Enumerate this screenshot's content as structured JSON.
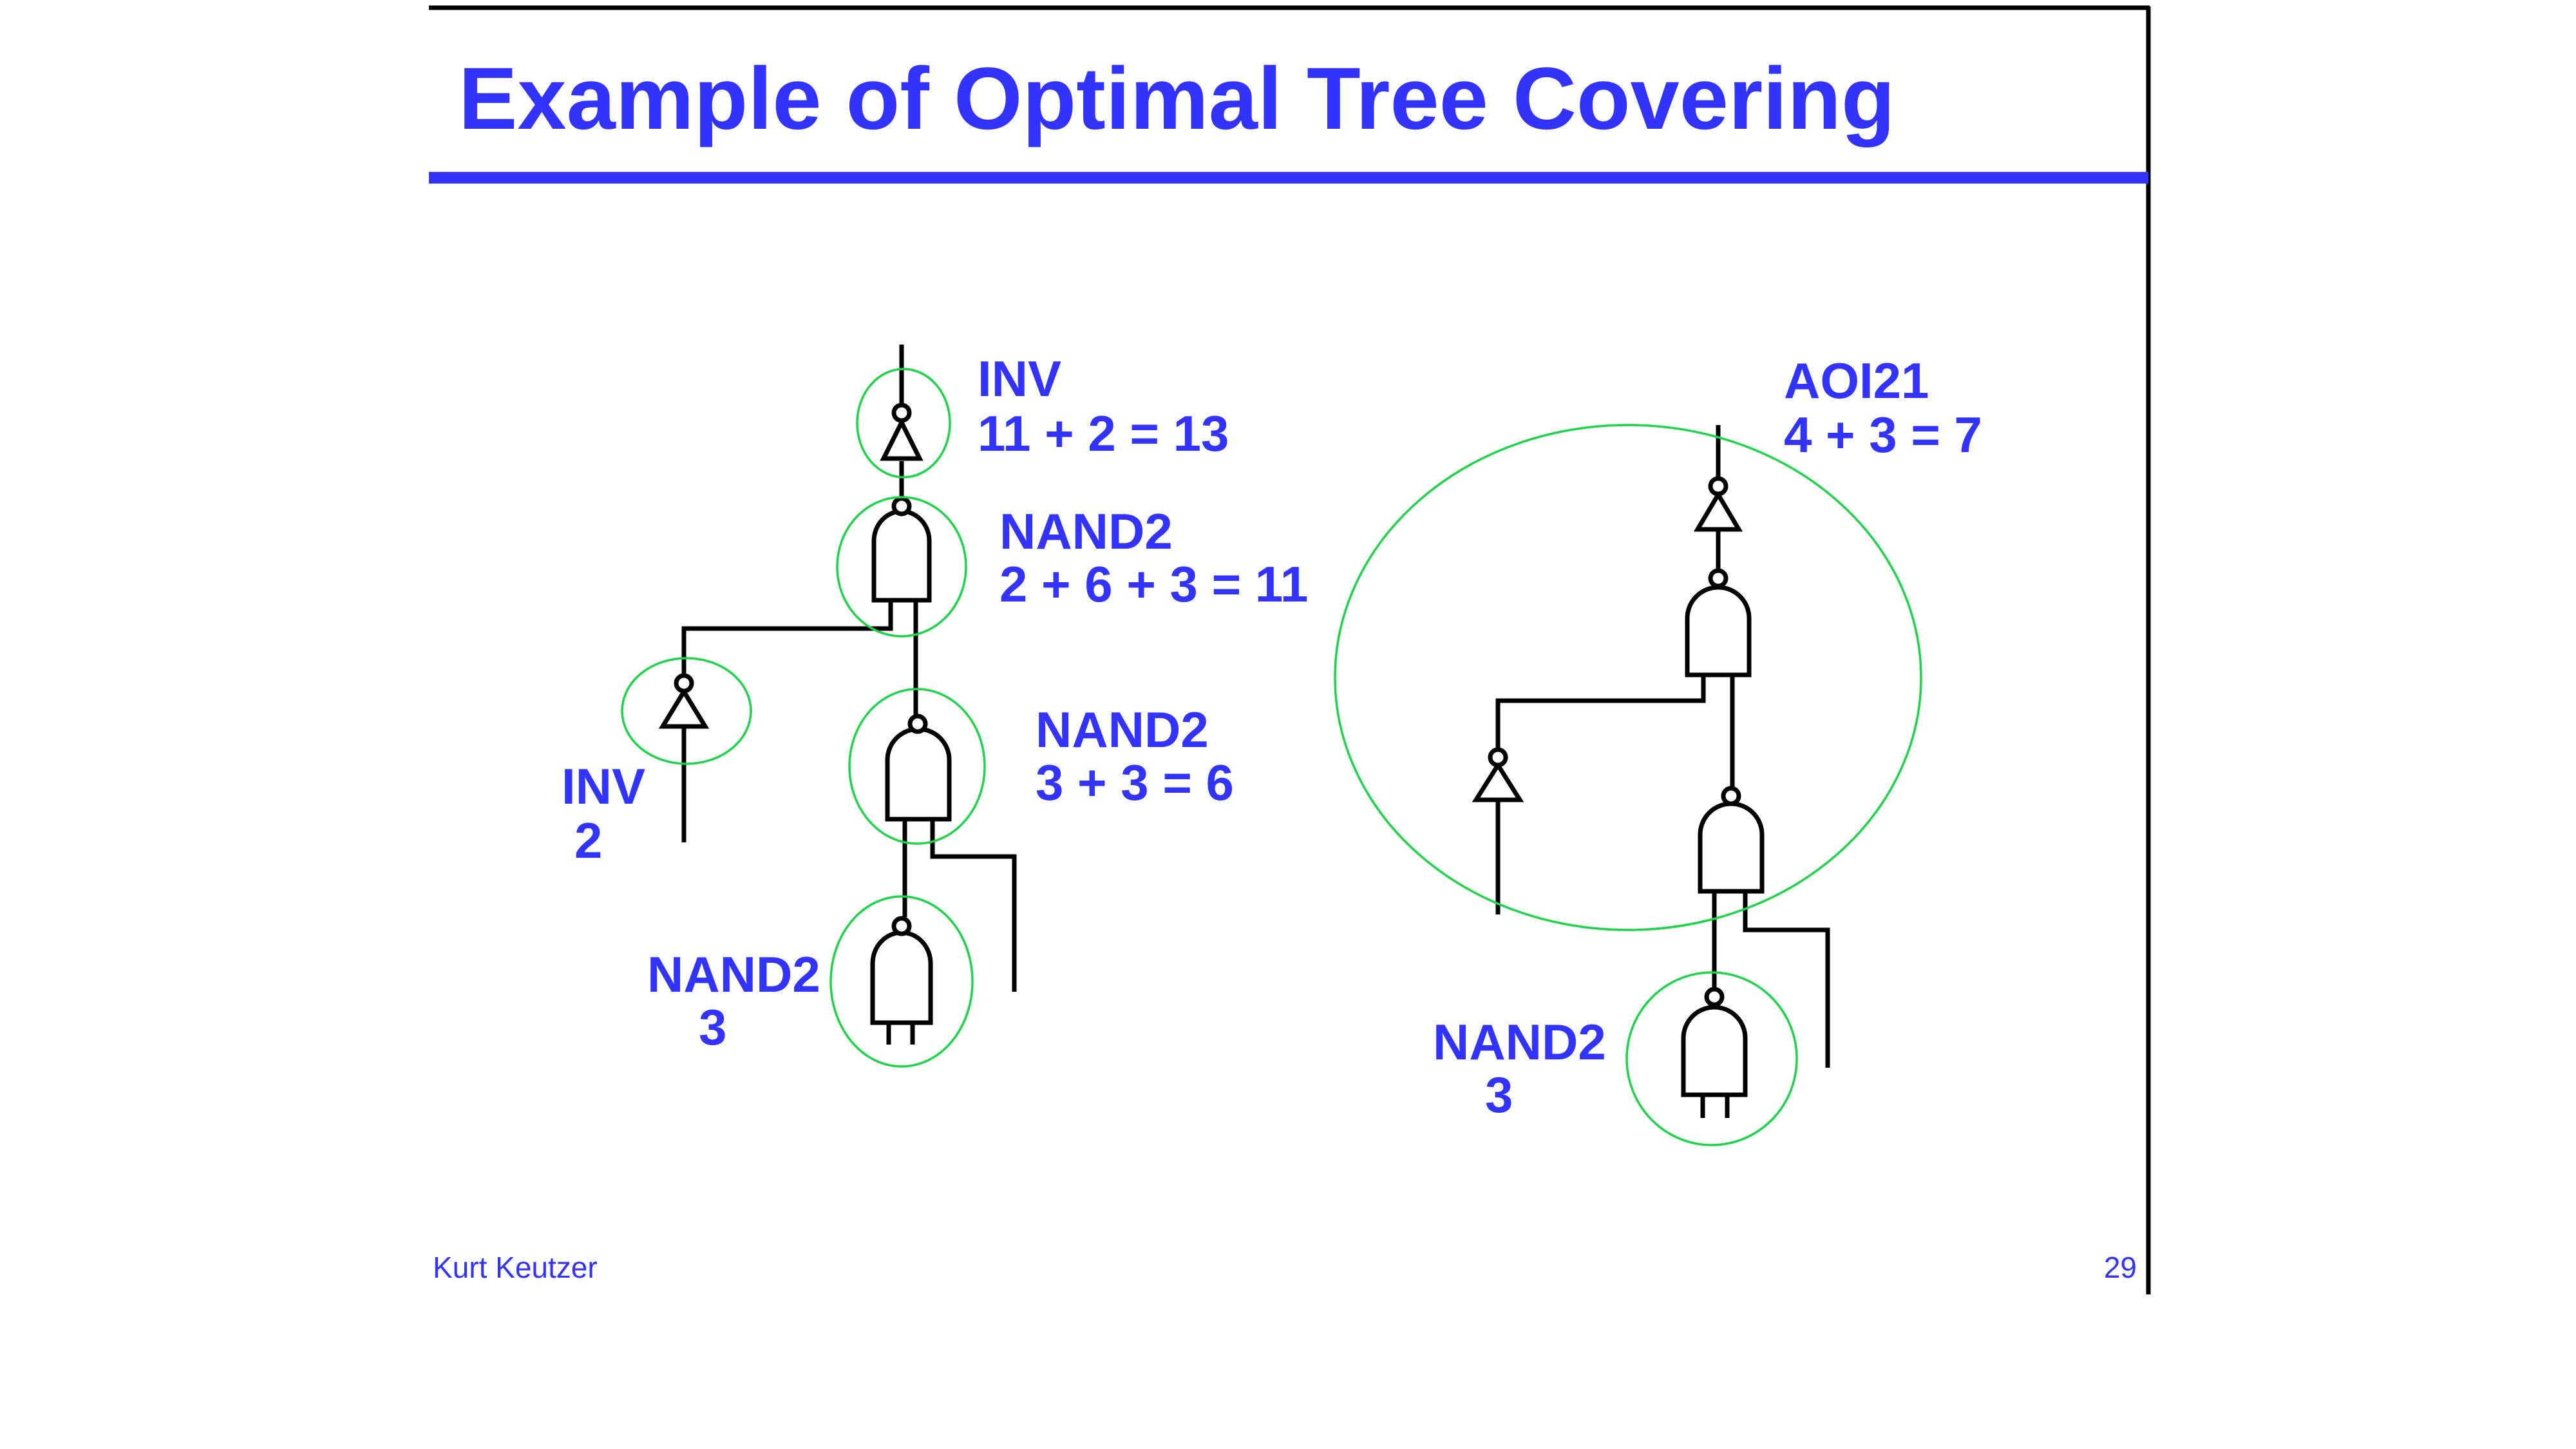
{
  "slide": {
    "title": "Example of Optimal Tree Covering",
    "footer_author": "Kurt Keutzer",
    "page_number": "29",
    "accent_color": "#3333ff",
    "cover_ring_color": "#1fd34a"
  },
  "left_tree": {
    "top_inv": {
      "name": "INV",
      "cost": "11 + 2 = 13"
    },
    "upper_nand2": {
      "name": "NAND2",
      "cost": "2 + 6 + 3 = 11"
    },
    "middle_nand2": {
      "name": "NAND2",
      "cost": "3 + 3 = 6"
    },
    "side_inv": {
      "name": "INV",
      "cost": "2"
    },
    "bottom_nand2": {
      "name": "NAND2",
      "cost": "3"
    }
  },
  "right_tree": {
    "aoi21": {
      "name": "AOI21",
      "cost": "4 + 3 = 7"
    },
    "bottom_nand2": {
      "name": "NAND2",
      "cost": "3"
    }
  }
}
